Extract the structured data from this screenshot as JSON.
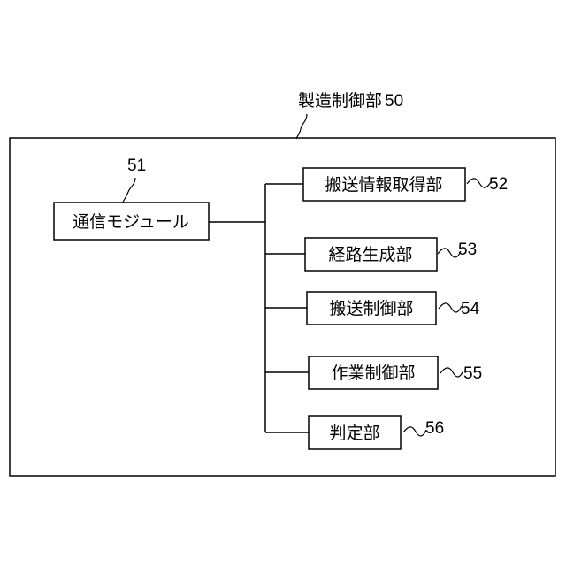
{
  "controller": {
    "label": "製造制御部",
    "ref": "50"
  },
  "comm_module": {
    "label": "通信モジュール",
    "ref": "51"
  },
  "units": [
    {
      "id": "unit-52",
      "label": "搬送情報取得部",
      "ref": "52"
    },
    {
      "id": "unit-53",
      "label": "経路生成部",
      "ref": "53"
    },
    {
      "id": "unit-54",
      "label": "搬送制御部",
      "ref": "54"
    },
    {
      "id": "unit-55",
      "label": "作業制御部",
      "ref": "55"
    },
    {
      "id": "unit-56",
      "label": "判定部",
      "ref": "56"
    }
  ]
}
